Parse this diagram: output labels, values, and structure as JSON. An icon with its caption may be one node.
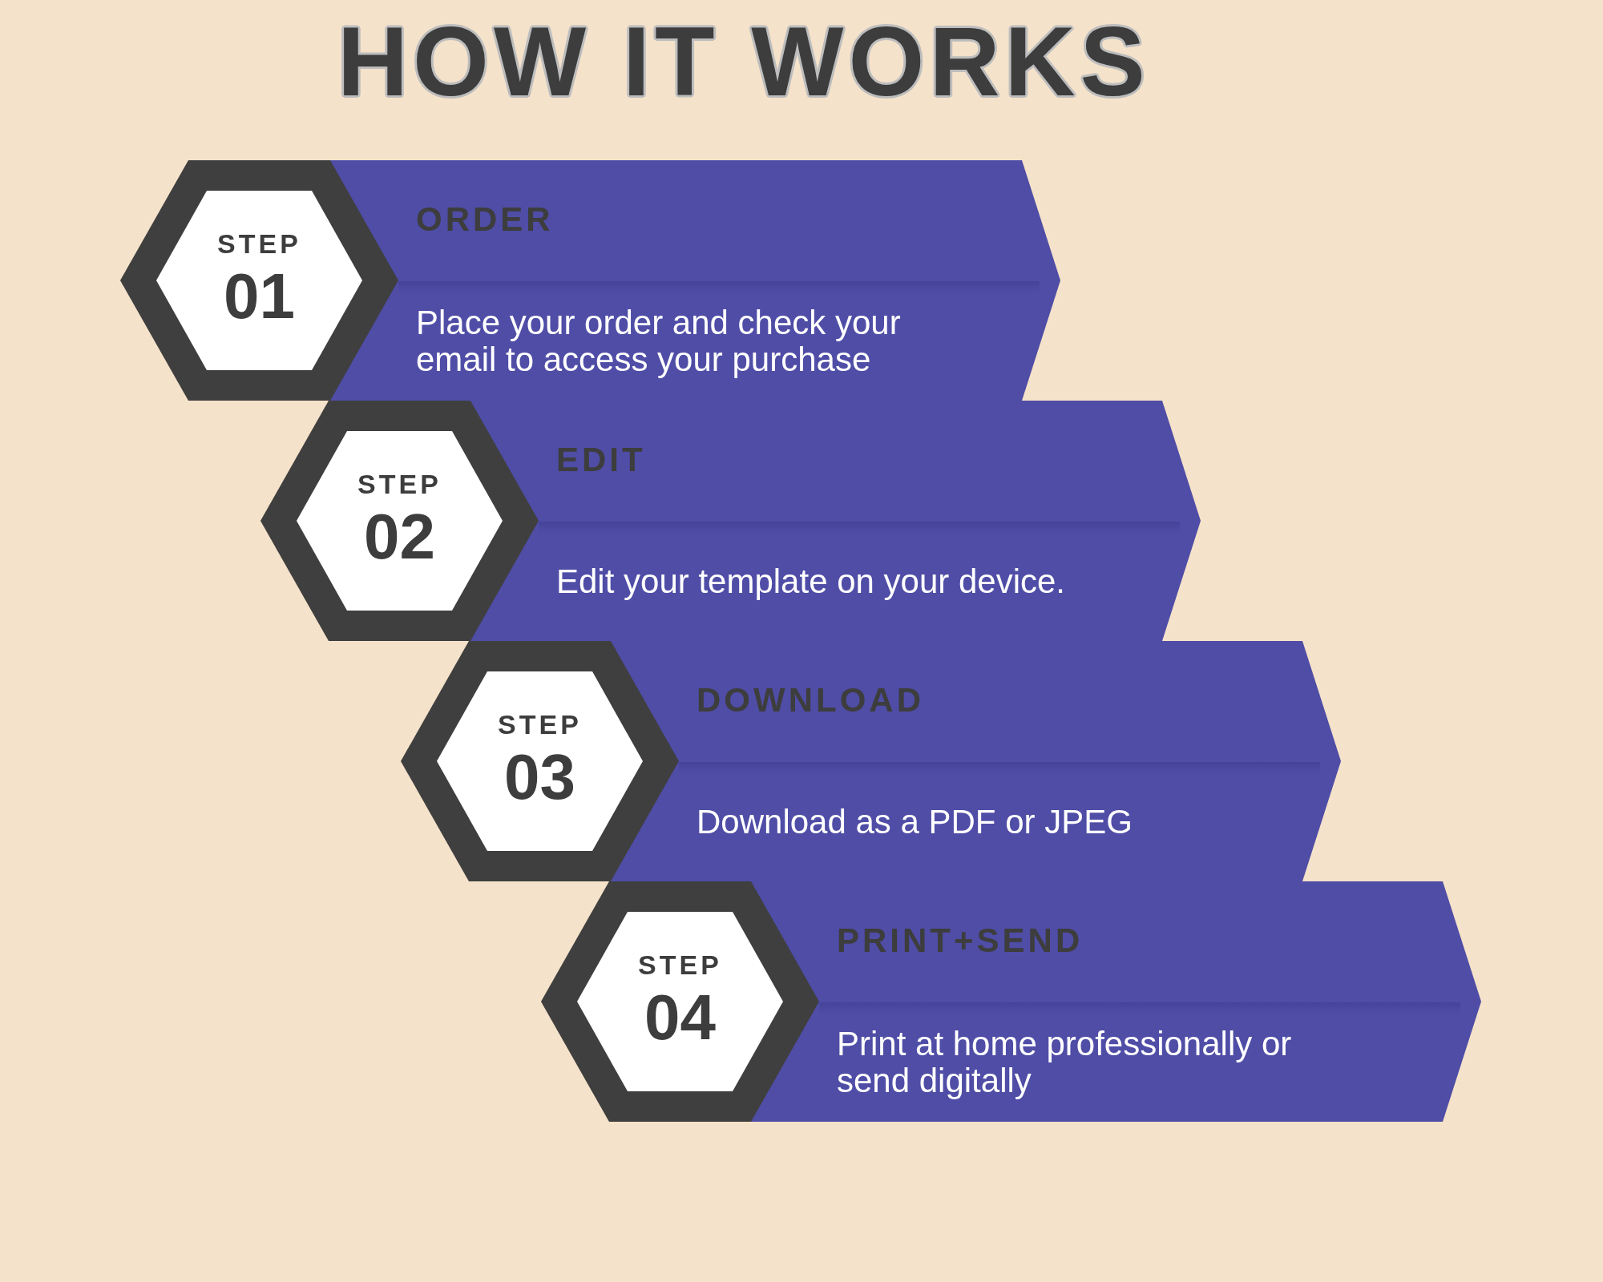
{
  "diagram": {
    "title": "HOW IT WORKS",
    "nodes": [
      {
        "text": [
          "STEP",
          "01"
        ]
      },
      {
        "text": [
          "ORDER",
          "Place your order and check your email to access your purchase"
        ]
      },
      {
        "text": [
          "STEP",
          "02"
        ]
      },
      {
        "text": [
          "EDIT",
          "Edit your template on your device."
        ]
      },
      {
        "text": [
          "STEP",
          "03"
        ]
      },
      {
        "text": [
          "DOWNLOAD",
          "Download as a PDF or JPEG"
        ]
      },
      {
        "text": [
          "STEP",
          "04"
        ]
      },
      {
        "text": [
          "PRINT+SEND",
          "Print at home professionally or send digitally"
        ]
      }
    ]
  }
}
